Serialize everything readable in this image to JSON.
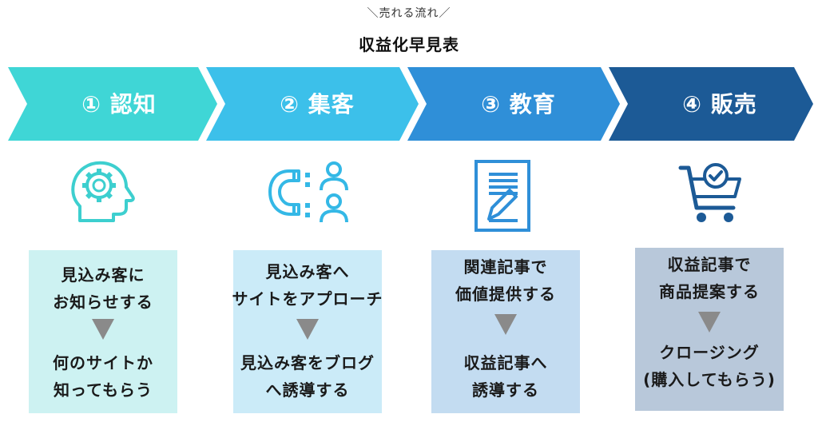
{
  "header": {
    "caption": "＼売れる流れ／",
    "title": "収益化早見表"
  },
  "stages": [
    {
      "label": "① 認知",
      "icon": "head-gear-icon",
      "chevron_color": "#3fd6d6",
      "card_color": "#cdf2f2",
      "top_text": "見込み客に\nお知らせする",
      "bottom_text": "何のサイトか\n知ってもらう"
    },
    {
      "label": "② 集客",
      "icon": "magnet-users-icon",
      "chevron_color": "#3cc0ea",
      "card_color": "#cbebf8",
      "top_text": "見込み客へ\nサイトをアプローチ",
      "bottom_text": "見込み客をブログ\nへ誘導する"
    },
    {
      "label": "③ 教育",
      "icon": "document-pen-icon",
      "chevron_color": "#2f8fd8",
      "card_color": "#c3dcf1",
      "top_text": "関連記事で\n価値提供する",
      "bottom_text": "収益記事へ\n誘導する"
    },
    {
      "label": "④ 販売",
      "icon": "cart-check-icon",
      "chevron_color": "#1c5a96",
      "card_color": "#b8c8da",
      "top_text": "収益記事で\n商品提案する",
      "bottom_text": "クロージング\n(購入してもらう)"
    }
  ]
}
